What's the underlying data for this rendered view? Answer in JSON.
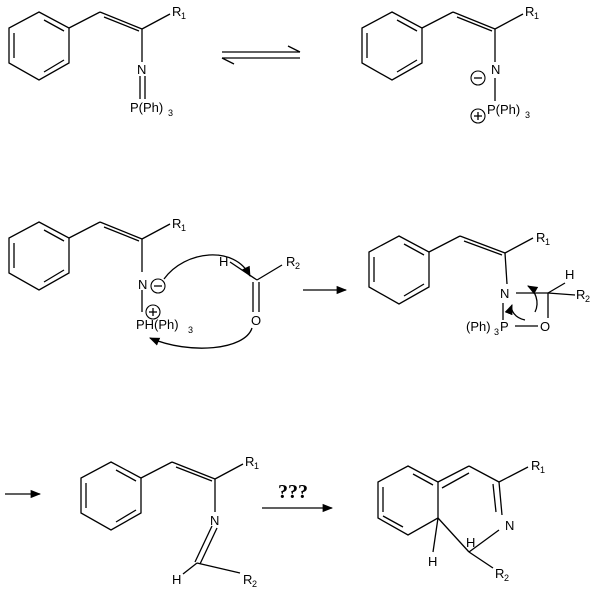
{
  "labels": {
    "r1": "R",
    "r1_sub": "1",
    "r2": "R",
    "r2_sub": "2",
    "n": "N",
    "p_ph3": "P(Ph)",
    "ph3_sub": "3",
    "ph_h_ph3": "PH(Ph)",
    "ph3_prefix": "(Ph)",
    "ph3_prefix_p": "P",
    "h": "H",
    "o": "O",
    "minus": "−",
    "plus": "+",
    "unknown_step": "???"
  }
}
